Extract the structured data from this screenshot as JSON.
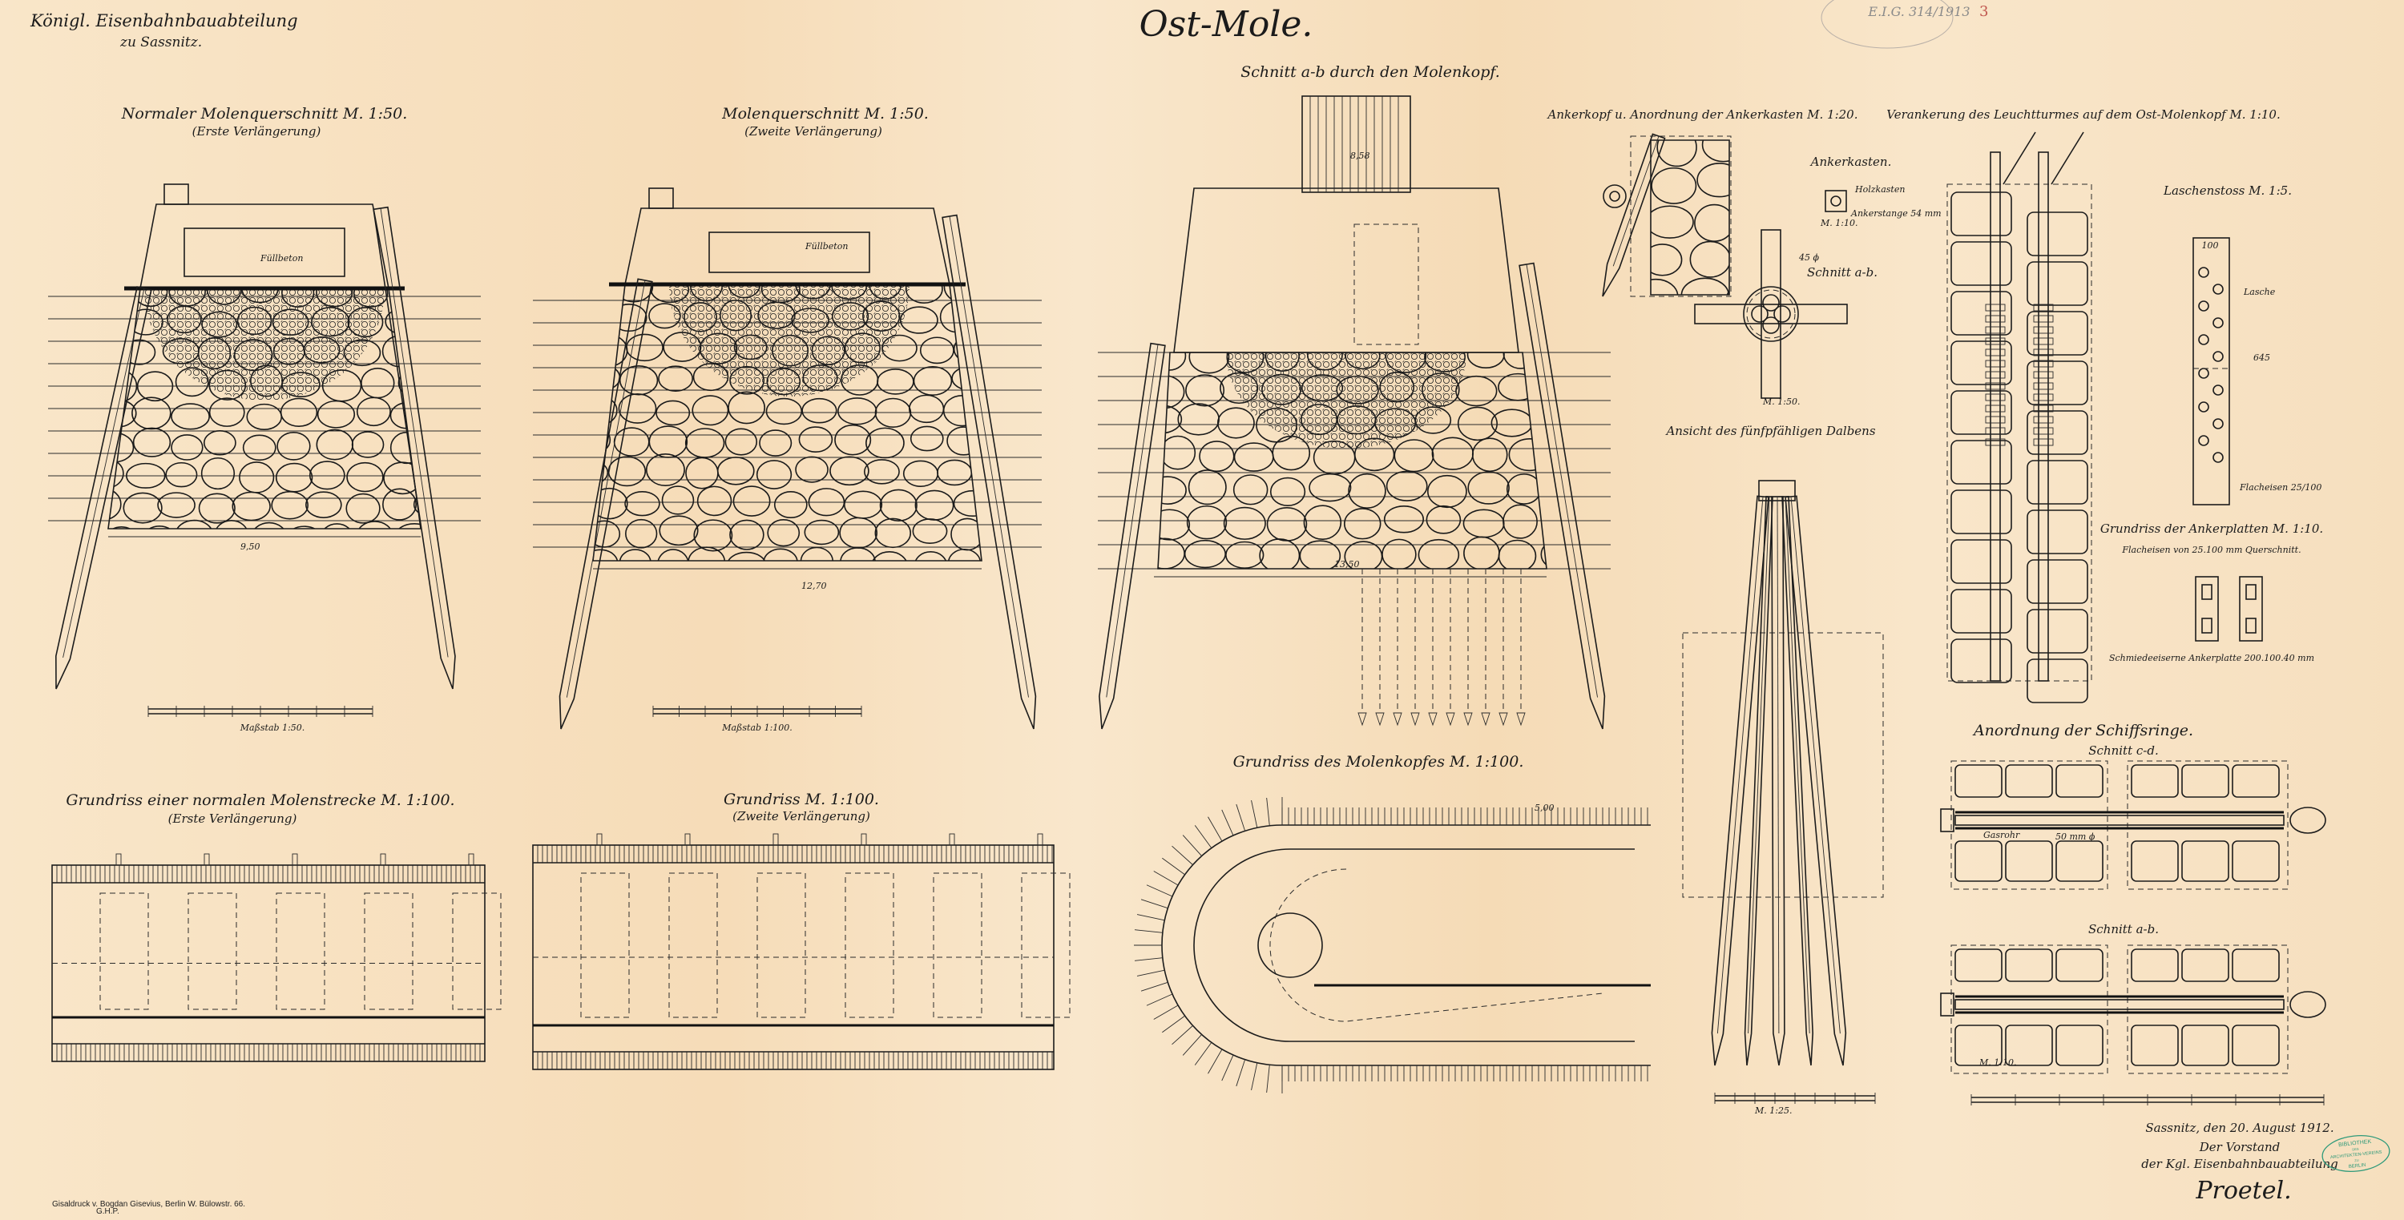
{
  "sheet": {
    "title": "Ost-Mole.",
    "issuer_line1": "Königl. Eisenbahnbauabteilung",
    "issuer_line2": "zu Sassnitz.",
    "archive_mark": "E.I.G. 314/1913",
    "sheet_number": "3",
    "printer": "Gisaldruck v. Bogdan Gisevius, Berlin W. Bülowstr. 66.",
    "printer_code": "G.H.P."
  },
  "sections": {
    "normal_cross": {
      "title": "Normaler Molenquerschnitt M. 1:50.",
      "subtitle": "(Erste Verlängerung)",
      "scale": "Maßstab 1:50.",
      "label_fill": "Füllbeton",
      "width_dim": "9,50"
    },
    "cross_2": {
      "title": "Molenquerschnitt M. 1:50.",
      "subtitle": "(Zweite Verlängerung)",
      "scale": "Maßstab 1:100.",
      "label_fill": "Füllbeton",
      "width_dim": "12,70"
    },
    "head_section": {
      "title": "Schnitt a-b durch den Molenkopf.",
      "dim_top": "8,58",
      "width_dim": "13,50"
    },
    "anchor_head": {
      "title": "Ankerkopf u. Anordnung der Ankerkasten M. 1:20."
    },
    "anchor_box": {
      "title": "Ankerkasten.",
      "label": "Holzkasten",
      "rod": "Ankerstange 54 mm",
      "scale": "M. 1:10."
    },
    "section_ab_dolphin": {
      "title": "Schnitt a-b.",
      "dia": "45 ϕ",
      "scale": "M. 1:50."
    },
    "dolphin_view": {
      "title": "Ansicht des fünfpfähligen Dalbens",
      "scale": "M. 1:25."
    },
    "lighthouse_anchor": {
      "title": "Verankerung des Leuchtturmes auf dem Ost-Molenkopf M. 1:10."
    },
    "fishplate": {
      "title": "Laschenstoss M. 1:5.",
      "label_plate": "Lasche",
      "label_flat": "Flacheisen 25/100",
      "dim_w": "100",
      "dim_total": "645"
    },
    "anchor_plates": {
      "title": "Grundriss der Ankerplatten M. 1:10.",
      "note1": "Flacheisen von 25.100 mm Querschnitt.",
      "note2": "Schmiedeeiserne Ankerplatte 200.100.40 mm"
    },
    "mooring_rings": {
      "title": "Anordnung der Schiffsringe.",
      "section_cd": "Schnitt c-d.",
      "section_ab": "Schnitt a-b.",
      "label_pipe": "Gasrohr",
      "label_dia": "50 mm ϕ",
      "scale": "M. 1:10."
    },
    "plan_normal": {
      "title": "Grundriss einer normalen Molenstrecke M. 1:100.",
      "subtitle": "(Erste Verlängerung)"
    },
    "plan_2": {
      "title": "Grundriss M. 1:100.",
      "subtitle": "(Zweite Verlängerung)"
    },
    "plan_head": {
      "title": "Grundriss des Molenkopfes M. 1:100.",
      "dim": "5,00"
    }
  },
  "signature": {
    "place_date": "Sassnitz, den 20. August 1912.",
    "line1": "Der Vorstand",
    "line2": "der Kgl. Eisenbahnbauabteilung",
    "name": "Proetel."
  },
  "stamp": {
    "line1": "BIBLIOTHEK",
    "line2": "DES",
    "line3": "ARCHITEKTEN-VEREINS",
    "line4": "ZU",
    "line5": "BERLIN",
    "color": "#2e9a7a"
  }
}
